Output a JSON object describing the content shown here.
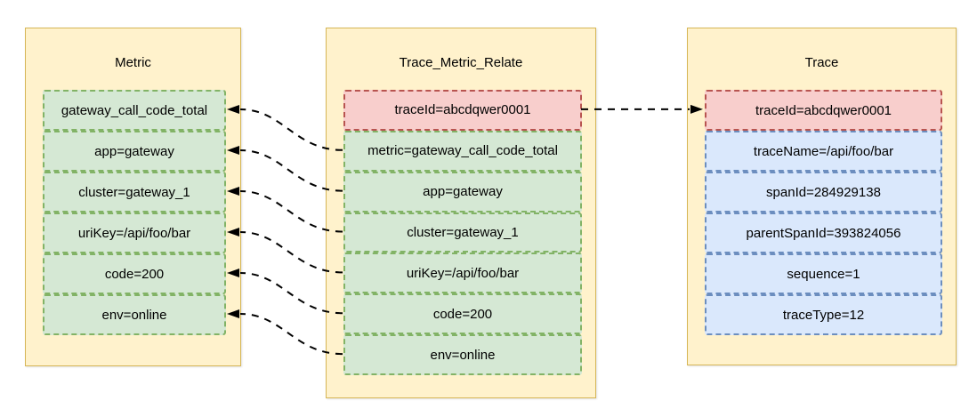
{
  "boxes": {
    "metric": {
      "title": "Metric",
      "rows": [
        "gateway_call_code_total",
        "app=gateway",
        "cluster=gateway_1",
        "uriKey=/api/foo/bar",
        "code=200",
        "env=online"
      ]
    },
    "relate": {
      "title": "Trace_Metric_Relate",
      "rows": [
        "traceId=abcdqwer0001",
        "metric=gateway_call_code_total",
        "app=gateway",
        "cluster=gateway_1",
        "uriKey=/api/foo/bar",
        "code=200",
        "env=online"
      ]
    },
    "trace": {
      "title": "Trace",
      "rows": [
        "traceId=abcdqwer0001",
        "traceName=/api/foo/bar",
        "spanId=284929138",
        "parentSpanId=393824056",
        "sequence=1",
        "traceType=12"
      ]
    }
  },
  "connectors": [
    {
      "from": "Trace_Metric_Relate.metric=gateway_call_code_total",
      "to": "Metric.gateway_call_code_total",
      "style": "dashed-arrow"
    },
    {
      "from": "Trace_Metric_Relate.app=gateway",
      "to": "Metric.app=gateway",
      "style": "dashed-arrow"
    },
    {
      "from": "Trace_Metric_Relate.cluster=gateway_1",
      "to": "Metric.cluster=gateway_1",
      "style": "dashed-arrow"
    },
    {
      "from": "Trace_Metric_Relate.uriKey=/api/foo/bar",
      "to": "Metric.uriKey=/api/foo/bar",
      "style": "dashed-arrow"
    },
    {
      "from": "Trace_Metric_Relate.code=200",
      "to": "Metric.code=200",
      "style": "dashed-arrow"
    },
    {
      "from": "Trace_Metric_Relate.env=online",
      "to": "Metric.env=online",
      "style": "dashed-arrow"
    },
    {
      "from": "Trace_Metric_Relate.traceId=abcdqwer0001",
      "to": "Trace.traceId=abcdqwer0001",
      "style": "dashed-arrow"
    }
  ],
  "colors": {
    "container_fill": "#FFF2CC",
    "container_border": "#D6B656",
    "green_fill": "#D5E8D4",
    "green_border": "#82B366",
    "red_fill": "#F8CECC",
    "red_border": "#B85450",
    "blue_fill": "#DAE8FC",
    "blue_border": "#6C8EBF",
    "connector": "#000000",
    "text": "#000000"
  }
}
